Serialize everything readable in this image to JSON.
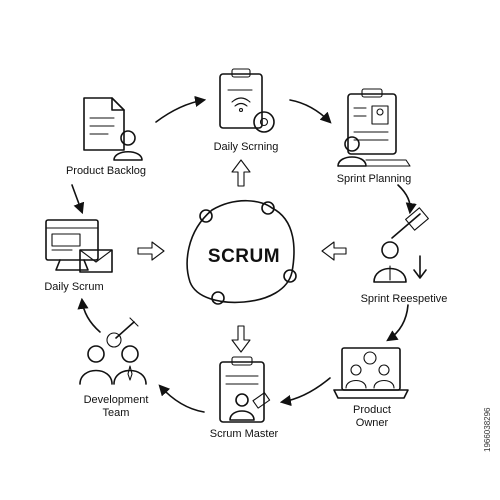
{
  "center": {
    "label": "SCRUM"
  },
  "nodes": [
    {
      "id": "product-backlog",
      "label": "Product Backlog",
      "icon": "document-user-icon"
    },
    {
      "id": "daily-scrning",
      "label": "Daily Scrning",
      "icon": "clipboard-gear-icon"
    },
    {
      "id": "sprint-planning",
      "label": "Sprint Planning",
      "icon": "clipboard-profile-user-icon"
    },
    {
      "id": "sprint-reespetive",
      "label": "Sprint Reespetive",
      "icon": "presenter-chart-icon"
    },
    {
      "id": "product-owner",
      "label_line1": "Product",
      "label_line2": "Owner",
      "icon": "laptop-team-icon"
    },
    {
      "id": "scrum-master",
      "label": "Scrum Master",
      "icon": "clipboard-user-tag-icon"
    },
    {
      "id": "development-team",
      "label_line1": "Development",
      "label_line2": "Team",
      "icon": "team-pencil-icon"
    },
    {
      "id": "daily-scrum",
      "label": "Daily Scrum",
      "icon": "monitor-envelope-icon"
    }
  ],
  "watermark": {
    "id_text": "1966038296"
  },
  "colors": {
    "ink": "#111111",
    "background": "#ffffff"
  }
}
